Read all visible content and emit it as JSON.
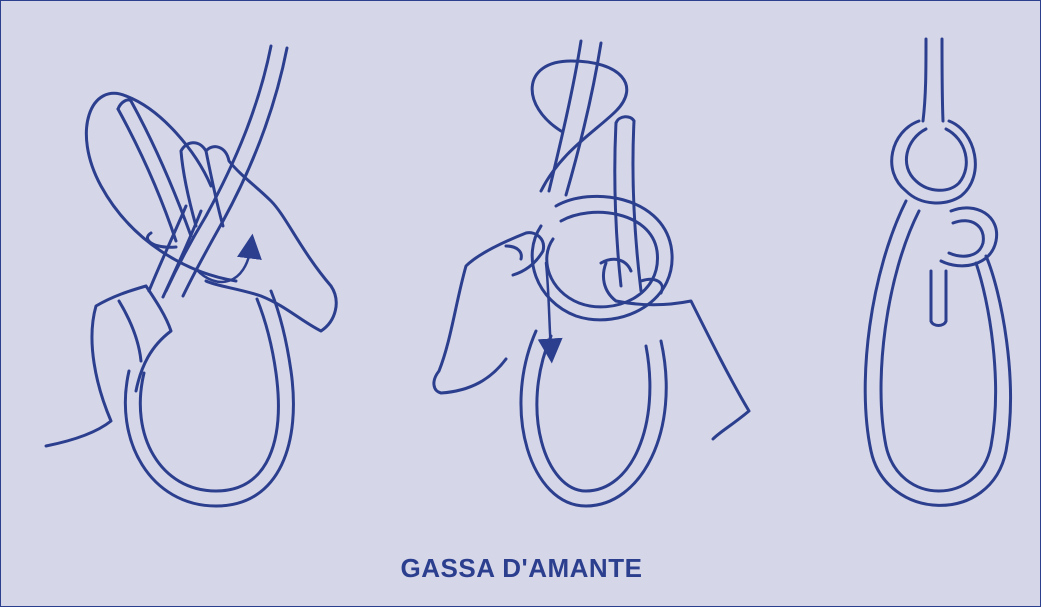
{
  "title": "GASSA D'AMANTE",
  "colors": {
    "background": "#d6d6e9",
    "line": "#2b3f8e",
    "text": "#2b3f8e"
  },
  "steps": [
    {
      "name": "step-1-form-small-loop"
    },
    {
      "name": "step-2-pass-end-around"
    },
    {
      "name": "step-3-finished-bowline"
    }
  ]
}
